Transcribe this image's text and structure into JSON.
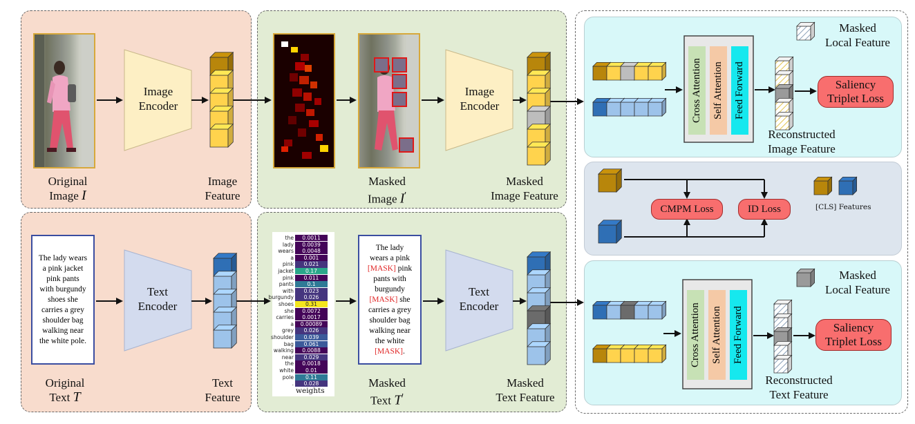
{
  "labels": {
    "image_encoder_1": "Image Encoder",
    "image_encoder_2": "Image Encoder",
    "text_encoder_1": "Text Encoder",
    "text_encoder_2": "Text Encoder",
    "original_image": "Original",
    "original_image_sym": "Image",
    "original_image_var": "I",
    "image_feature_1": "Image",
    "image_feature_2": "Feature",
    "masked_image_1": "Masked",
    "masked_image_2": "Image",
    "masked_image_var": "I",
    "masked_image_feature_1": "Masked",
    "masked_image_feature_2": "Image Feature",
    "original_text_1": "Original",
    "original_text_2": "Text",
    "original_text_var": "T",
    "text_feature_1": "Text",
    "text_feature_2": "Feature",
    "masked_text_1": "Masked",
    "masked_text_2": "Text",
    "masked_text_var": "T",
    "masked_text_feature_1": "Masked",
    "masked_text_feature_2": "Text Feature",
    "prime": "'",
    "masked_local_1": "Masked",
    "masked_local_2": "Local Feature",
    "masked_local_3": "Masked",
    "masked_local_4": "Local Feature",
    "cross_attention": "Cross Attention",
    "self_attention": "Self Attention",
    "feed_forward": "Feed Forward",
    "cross_attention_2": "Cross Attention",
    "self_attention_2": "Self Attention",
    "feed_forward_2": "Feed Forward",
    "recon_image_1": "Reconstructed",
    "recon_image_2": "Image Feature",
    "recon_text_1": "Reconstructed",
    "recon_text_2": "Text Feature",
    "saliency_1": "Saliency",
    "saliency_2": "Triplet Loss",
    "saliency_3": "Saliency",
    "saliency_4": "Triplet Loss",
    "cmpm_loss": "CMPM Loss",
    "id_loss": "ID Loss",
    "cls_features": "[CLS] Features",
    "weights_caption": "weights"
  },
  "original_text": [
    "The lady wears",
    "a pink jacket",
    "pink pants",
    "with burgundy",
    "shoes she",
    "carries a grey",
    "shoulder bag",
    "walking near",
    "the white pole."
  ],
  "masked_text": [
    {
      "t": "The lady"
    },
    {
      "t": "wears a pink"
    },
    {
      "m": "[MASK]",
      "t": " pink"
    },
    {
      "t": "pants with"
    },
    {
      "t": "burgundy"
    },
    {
      "m": "[MASK]",
      "t": " she"
    },
    {
      "t": "carries a grey"
    },
    {
      "t": "shoulder bag"
    },
    {
      "t": "walking near"
    },
    {
      "t": "the white"
    },
    {
      "m": "[MASK]",
      "t": "."
    }
  ],
  "weights": [
    {
      "word": "the",
      "value": "0.0011"
    },
    {
      "word": "lady",
      "value": "0.0039"
    },
    {
      "word": "wears",
      "value": "0.0048"
    },
    {
      "word": "a",
      "value": "0.001"
    },
    {
      "word": "pink",
      "value": "0.021"
    },
    {
      "word": "jacket",
      "value": "0.17"
    },
    {
      "word": "pink",
      "value": "0.011"
    },
    {
      "word": "pants",
      "value": "0.1"
    },
    {
      "word": "with",
      "value": "0.023"
    },
    {
      "word": "burgundy",
      "value": "0.026"
    },
    {
      "word": "shoes",
      "value": "0.31"
    },
    {
      "word": "she",
      "value": "0.0072"
    },
    {
      "word": "carries",
      "value": "0.0017"
    },
    {
      "word": "a",
      "value": "0.00089"
    },
    {
      "word": "grey",
      "value": "0.026"
    },
    {
      "word": "shoulder",
      "value": "0.039"
    },
    {
      "word": "bag",
      "value": "0.061"
    },
    {
      "word": "walking",
      "value": "0.0088"
    },
    {
      "word": "near",
      "value": "0.029"
    },
    {
      "word": "the",
      "value": "0.0018"
    },
    {
      "word": "white",
      "value": "0.01"
    },
    {
      "word": "pole",
      "value": "0.11"
    },
    {
      "word": ".",
      "value": "0.028"
    }
  ],
  "colors": {
    "peach_panel": "#f8dccd",
    "green_panel": "#e2ecd4",
    "cyan_panel": "#d8f8f9",
    "grey_panel": "#dde5ee",
    "loss_pill": "#f86e6e",
    "image_cls": "#b8860b",
    "image_token": "#ffd34d",
    "text_cls": "#2f6fb5",
    "text_token": "#9dc3ea",
    "masked_grey": "#bdbdbd",
    "cross_attention": "#c7e1b5",
    "self_attention": "#f5c9a6",
    "feed_forward": "#16e8ee"
  }
}
